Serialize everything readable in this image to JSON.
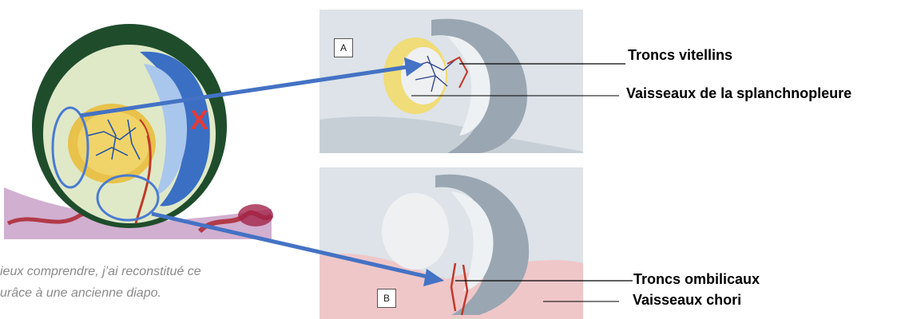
{
  "panels": {
    "top_letter": "A",
    "bottom_letter": "B"
  },
  "marker": {
    "text": "X",
    "color": "#e53935"
  },
  "labels": {
    "troncs_vitellins": "Troncs vitellins",
    "vaisseaux_splanchnopleure": "Vaisseaux de la splanchnopleure",
    "troncs_ombilicaux": "Troncs ombilicaux",
    "vaisseaux_chori": "Vaisseaux chori"
  },
  "note": {
    "line1": "ieux comprendre, j’ai reconstitué ce",
    "line2": "urâce à une ancienne diapo."
  },
  "colors": {
    "arrow": "#4472c4",
    "highlight_circle": "#4a7bd0",
    "yolk": "#e8c24a",
    "amnion_dark": "#1f4d2c",
    "embryo_blue": "#3a6fc4",
    "vessel_red": "#c0392b",
    "panel_gray": "#b8c2cc"
  }
}
